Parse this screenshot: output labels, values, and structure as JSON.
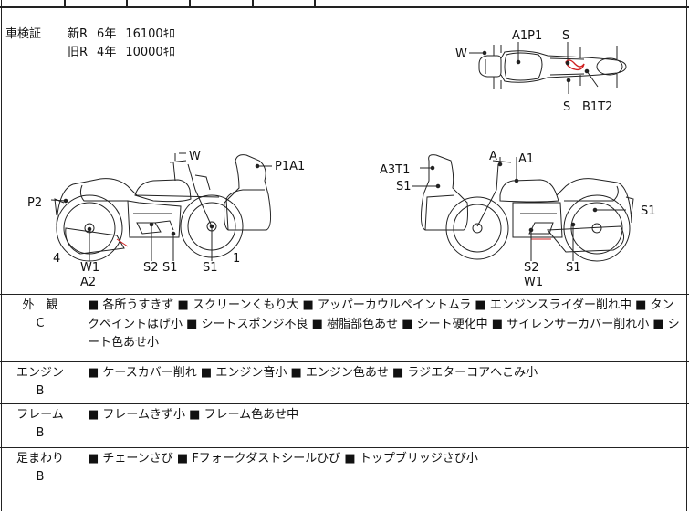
{
  "inspection": {
    "label": "車検証",
    "rows": [
      {
        "type": "新R",
        "year": "6年",
        "distance": "16100",
        "unit": "ｷﾛ"
      },
      {
        "type": "旧R",
        "year": "4年",
        "distance": "10000",
        "unit": "ｷﾛ"
      }
    ]
  },
  "diagram": {
    "top_view": {
      "w": "W",
      "a1p1": "A1P1",
      "s_top": "S",
      "s_bottom": "S",
      "b1t2": "B1T2"
    },
    "left_view": {
      "w": "W",
      "p1a1": "P1A1",
      "p2": "P2",
      "num4": "4",
      "w1": "W1",
      "a2": "A2",
      "s2": "S2",
      "s1a": "S1",
      "s1b": "S1",
      "num1": "1"
    },
    "right_view": {
      "a": "A",
      "a1": "A1",
      "a3t1": "A3T1",
      "s1a": "S1",
      "s1b": "S1",
      "s2": "S2",
      "w1": "W1",
      "s1c": "S1"
    }
  },
  "conditions": [
    {
      "name": "外　観",
      "grade": "C",
      "text": "■ 各所うすきず ■ スクリーンくもり大 ■ アッパーカウルペイントムラ ■ エンジンスライダー削れ中 ■ タンクペイントはげ小 ■ シートスポンジ不良 ■ 樹脂部色あせ ■ シート硬化中 ■ サイレンサーカバー削れ小 ■ シート色あせ小"
    },
    {
      "name": "エンジン",
      "grade": "B",
      "text": "■ ケースカバー削れ ■ エンジン音小 ■ エンジン色あせ ■ ラジエターコアへこみ小"
    },
    {
      "name": "フレーム",
      "grade": "B",
      "text": "■ フレームきず小 ■ フレーム色あせ中"
    },
    {
      "name": "足まわり",
      "grade": "B",
      "text": "■ チェーンさび ■ Fフォークダストシールひび ■ トップブリッジさび小"
    }
  ],
  "colors": {
    "line": "#222222",
    "damage_mark": "#d02020"
  }
}
